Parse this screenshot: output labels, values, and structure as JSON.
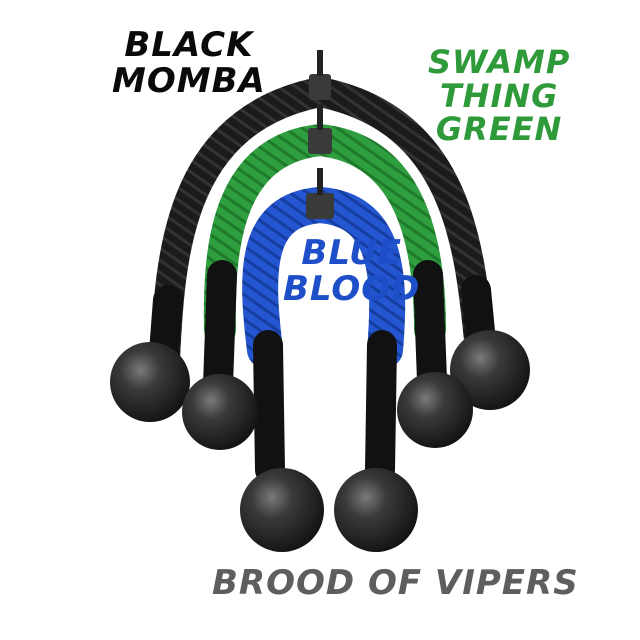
{
  "labels": {
    "black": [
      "BLACK",
      "MOMBA"
    ],
    "green": [
      "SWAMP",
      "THING",
      "GREEN"
    ],
    "blue": [
      "BLUE",
      "BLOOD"
    ],
    "brand": "BROOD OF VIPERS"
  },
  "colors": {
    "background": "#ffffff",
    "black_text": "#0a0a0a",
    "green_text": "#2f9a3a",
    "blue_text": "#1f4fc8",
    "brand_text": "#5e5e5e",
    "black_rope": "#1b1b1b",
    "green_rope": "#2e9e3e",
    "blue_rope": "#1f4fc0",
    "ball": "#2c2c2c"
  }
}
